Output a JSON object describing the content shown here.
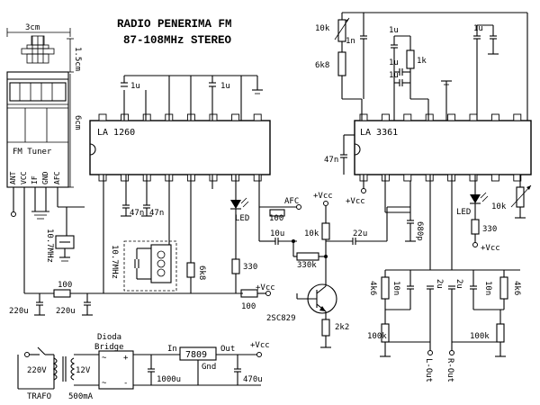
{
  "title": {
    "line1": "RADIO PENERIMA FM",
    "line2": "87-108MHz STEREO"
  },
  "tuner": {
    "dim_width": "3cm",
    "dim_height_top": "1.5cm",
    "dim_height_body": "6cm",
    "label": "FM Tuner",
    "pins": [
      "ANT",
      "VCC",
      "IF",
      "GND",
      "AFC"
    ]
  },
  "left_ic": {
    "name": "LA 1260",
    "cap_1u_a": "1u",
    "cap_1u_b": "1u",
    "cap_47n_a": "47n",
    "cap_47n_b": "47n",
    "led": "LED",
    "afc": "AFC",
    "res_100_afc": "100",
    "res_330": "330",
    "res_68k": "6k8",
    "filter_a": "10.7MHz",
    "filter_b": "10.7MHz"
  },
  "supply_chain": {
    "res_100_a": "100",
    "res_100_b": "100",
    "cap_220u_a": "220u",
    "cap_220u_b": "220u",
    "vcc_label": "+Vcc"
  },
  "transistor_stage": {
    "vcc": "+Vcc",
    "res_10k": "10k",
    "cap_10u": "10u",
    "cap_22u": "22u",
    "res_330k": "330k",
    "transistor": "2SC829",
    "res_2k2": "2k2",
    "cap_680p": "680p"
  },
  "right_ic": {
    "name": "LA 3361",
    "pot_10k_top": "10k",
    "cap_1n": "1n",
    "res_6k8": "6k8",
    "cap_1u_a": "1u",
    "cap_1u_b": "1u",
    "cap_1u_c": "1u",
    "cap_1u_d": "1u",
    "res_1k": "1k",
    "cap_47n": "47n",
    "vcc_label": "+Vcc",
    "led": "LED",
    "res_330": "330",
    "pot_10k_bottom": "10k",
    "vcc_led": "+Vcc"
  },
  "output_stage": {
    "res_4k6_l": "4k6",
    "cap_10n_l": "10n",
    "cap_2u_l": "2u",
    "cap_2u_r": "2u",
    "cap_10n_r": "10n",
    "res_4k6_r": "4k6",
    "res_100k_l": "100k",
    "res_100k_r": "100k",
    "out_l": "L-Out",
    "out_r": "R-Out"
  },
  "power_supply": {
    "bridge_line1": "Dioda",
    "bridge_line2": "Bridge",
    "mains": "220V",
    "secondary": "12V",
    "trafo": "TRAFO",
    "current": "500mA",
    "cap_1000u": "1000u",
    "reg_in": "In",
    "reg_name": "7809",
    "reg_out": "Out",
    "reg_gnd": "Gnd",
    "vcc_label": "+Vcc",
    "cap_470u": "470u"
  }
}
